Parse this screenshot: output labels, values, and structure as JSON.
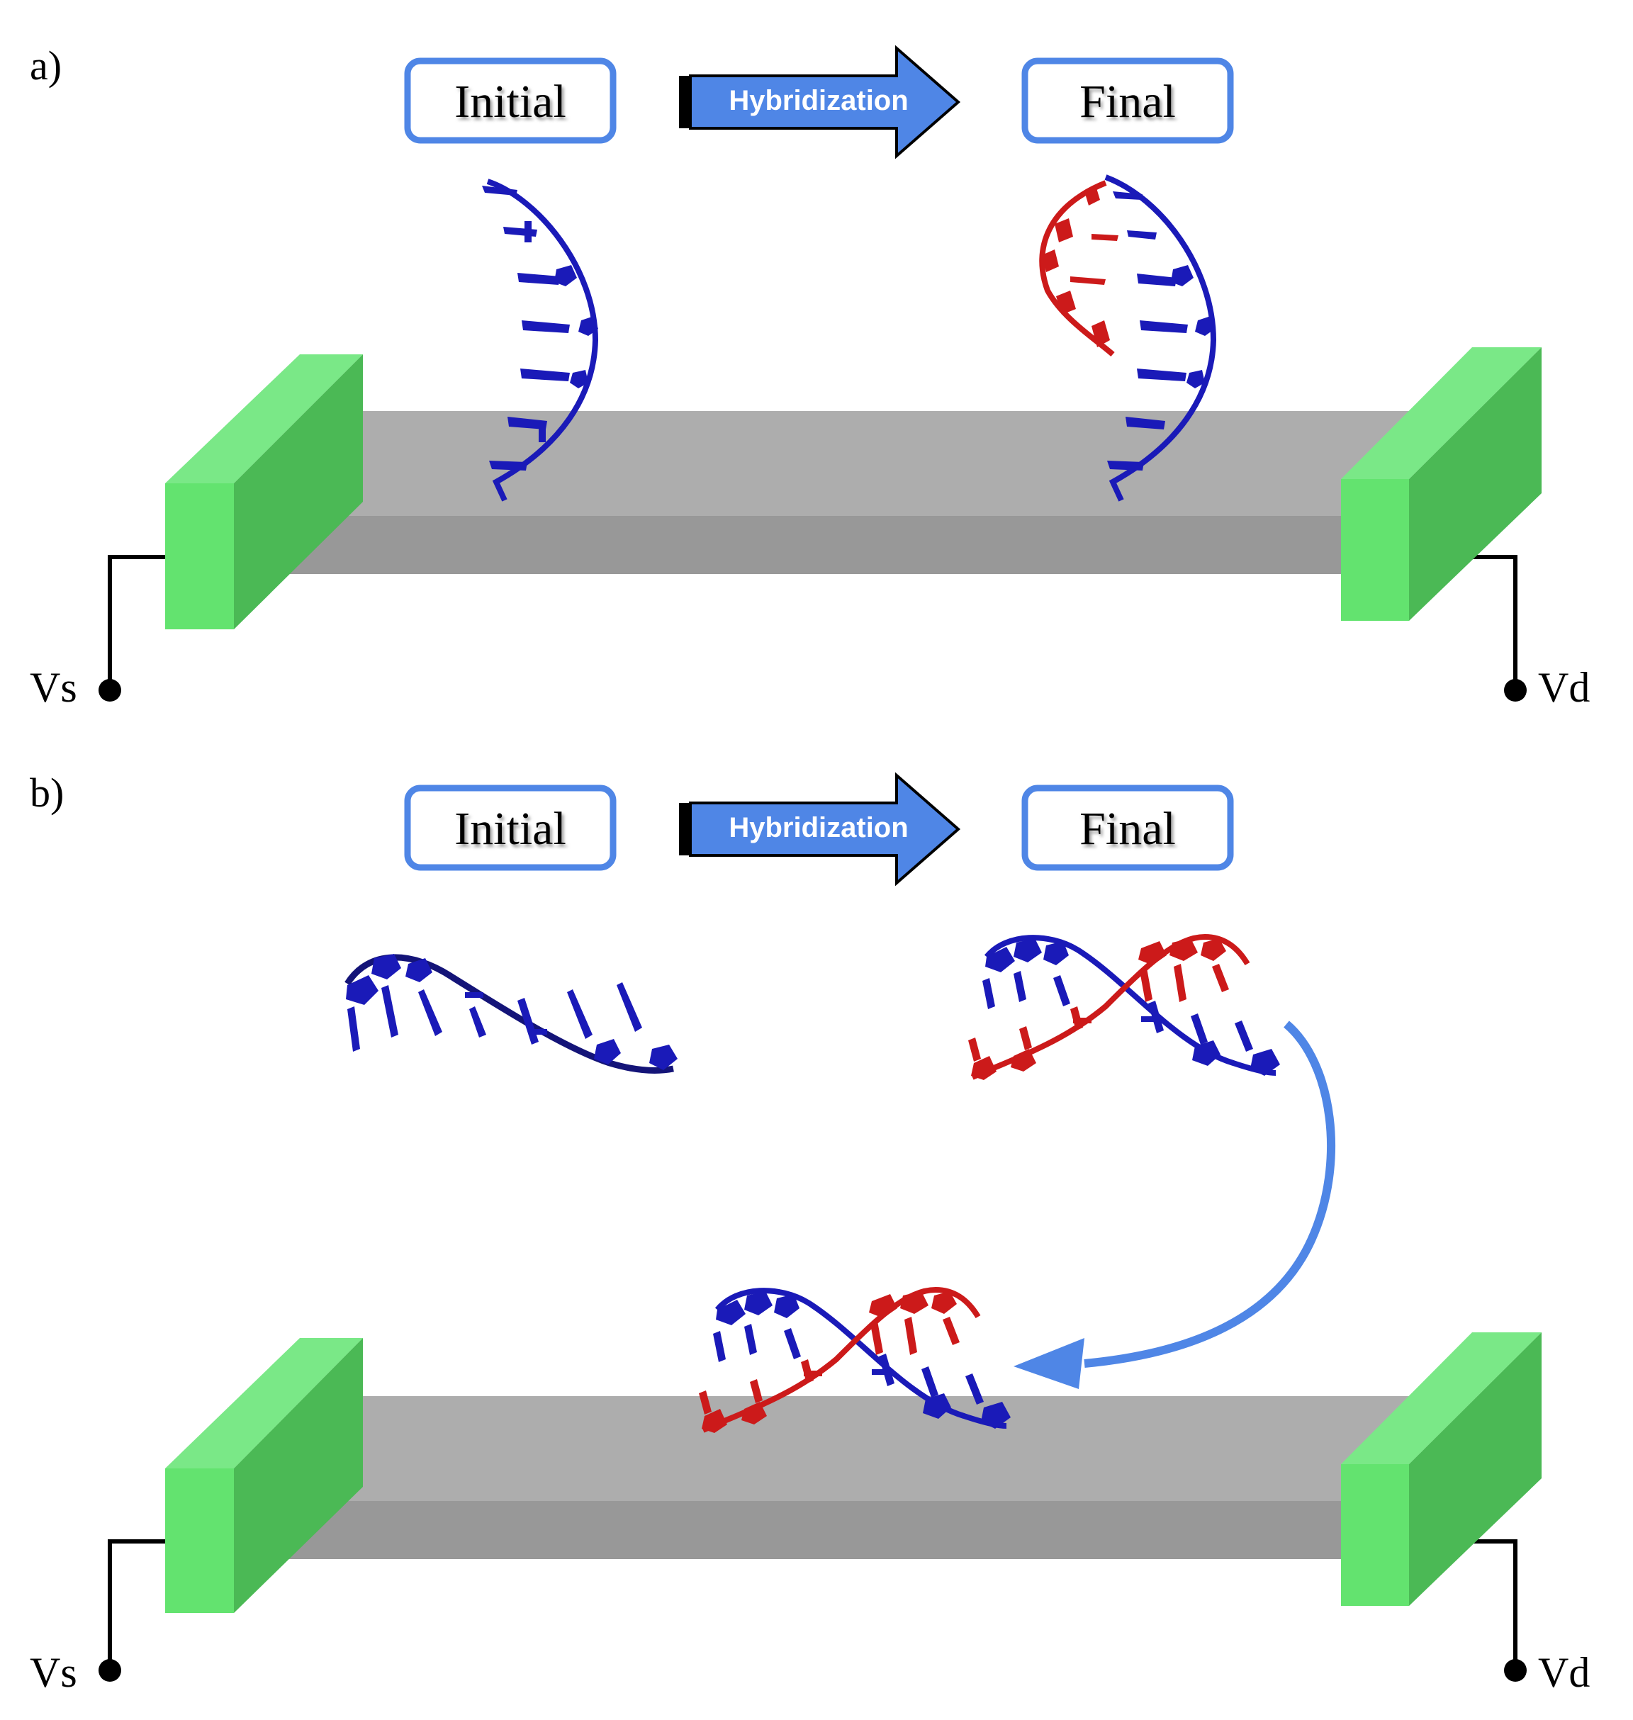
{
  "panels": [
    {
      "label": "a)",
      "initial_label": "Initial",
      "arrow_label": "Hybridization",
      "final_label": "Final",
      "source_label": "Vs",
      "drain_label": "Vd"
    },
    {
      "label": "b)",
      "initial_label": "Initial",
      "arrow_label": "Hybridization",
      "final_label": "Final",
      "source_label": "Vs",
      "drain_label": "Vd"
    }
  ],
  "colors": {
    "box_border": "#4f86e6",
    "arrow_fill": "#4f86e6",
    "electrode_front": "#63e36f",
    "electrode_top": "#7ae887",
    "electrode_side": "#4bb955",
    "channel_top": "#adadad",
    "channel_front": "#989898",
    "probe_strand": "#1a1ab8",
    "target_strand": "#cc1a1a",
    "wire": "#000000"
  }
}
